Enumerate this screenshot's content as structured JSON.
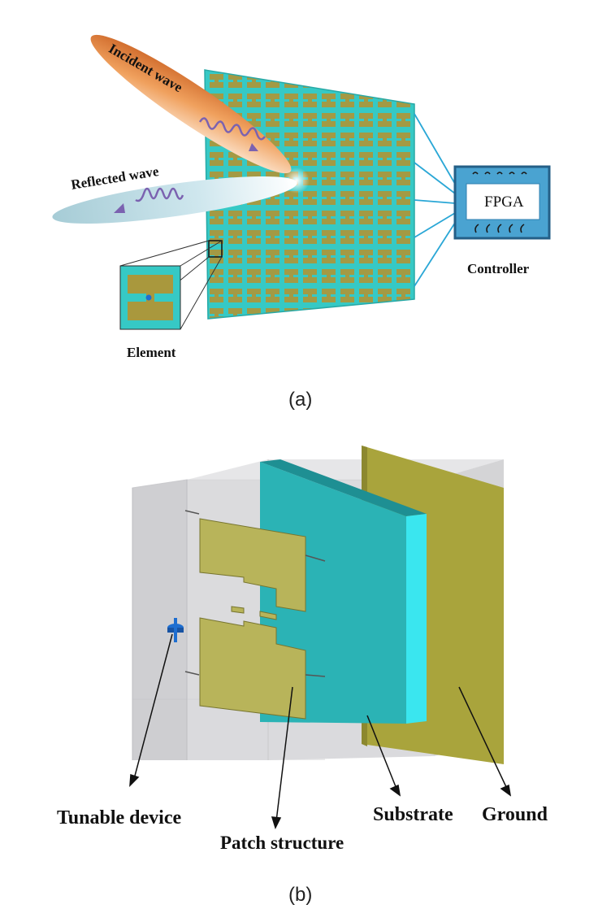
{
  "figure_a": {
    "incident_label": "Incident wave",
    "reflected_label": "Reflected wave",
    "controller_chip": "FPGA",
    "controller_label": "Controller",
    "element_label": "Element",
    "caption": "(a)",
    "colors": {
      "metasurface": "#36c9c5",
      "patch": "#a9983d",
      "incident_beam": "#e07a2c",
      "reflected_beam": "#cfe8ee",
      "wave": "#7b62b0",
      "wiring": "#2aa7d6",
      "controller_frame": "#2f7fb0"
    }
  },
  "figure_b": {
    "tunable_label": "Tunable device",
    "patch_label": "Patch structure",
    "substrate_label": "Substrate",
    "ground_label": "Ground",
    "caption": "(b)",
    "colors": {
      "substrate": "#2bb3b5",
      "substrate_edge": "#3ae6ef",
      "ground": "#a9a43c",
      "patch": "#b8b45a",
      "box": "#cfcfd2",
      "device": "#1e6ed0"
    }
  }
}
